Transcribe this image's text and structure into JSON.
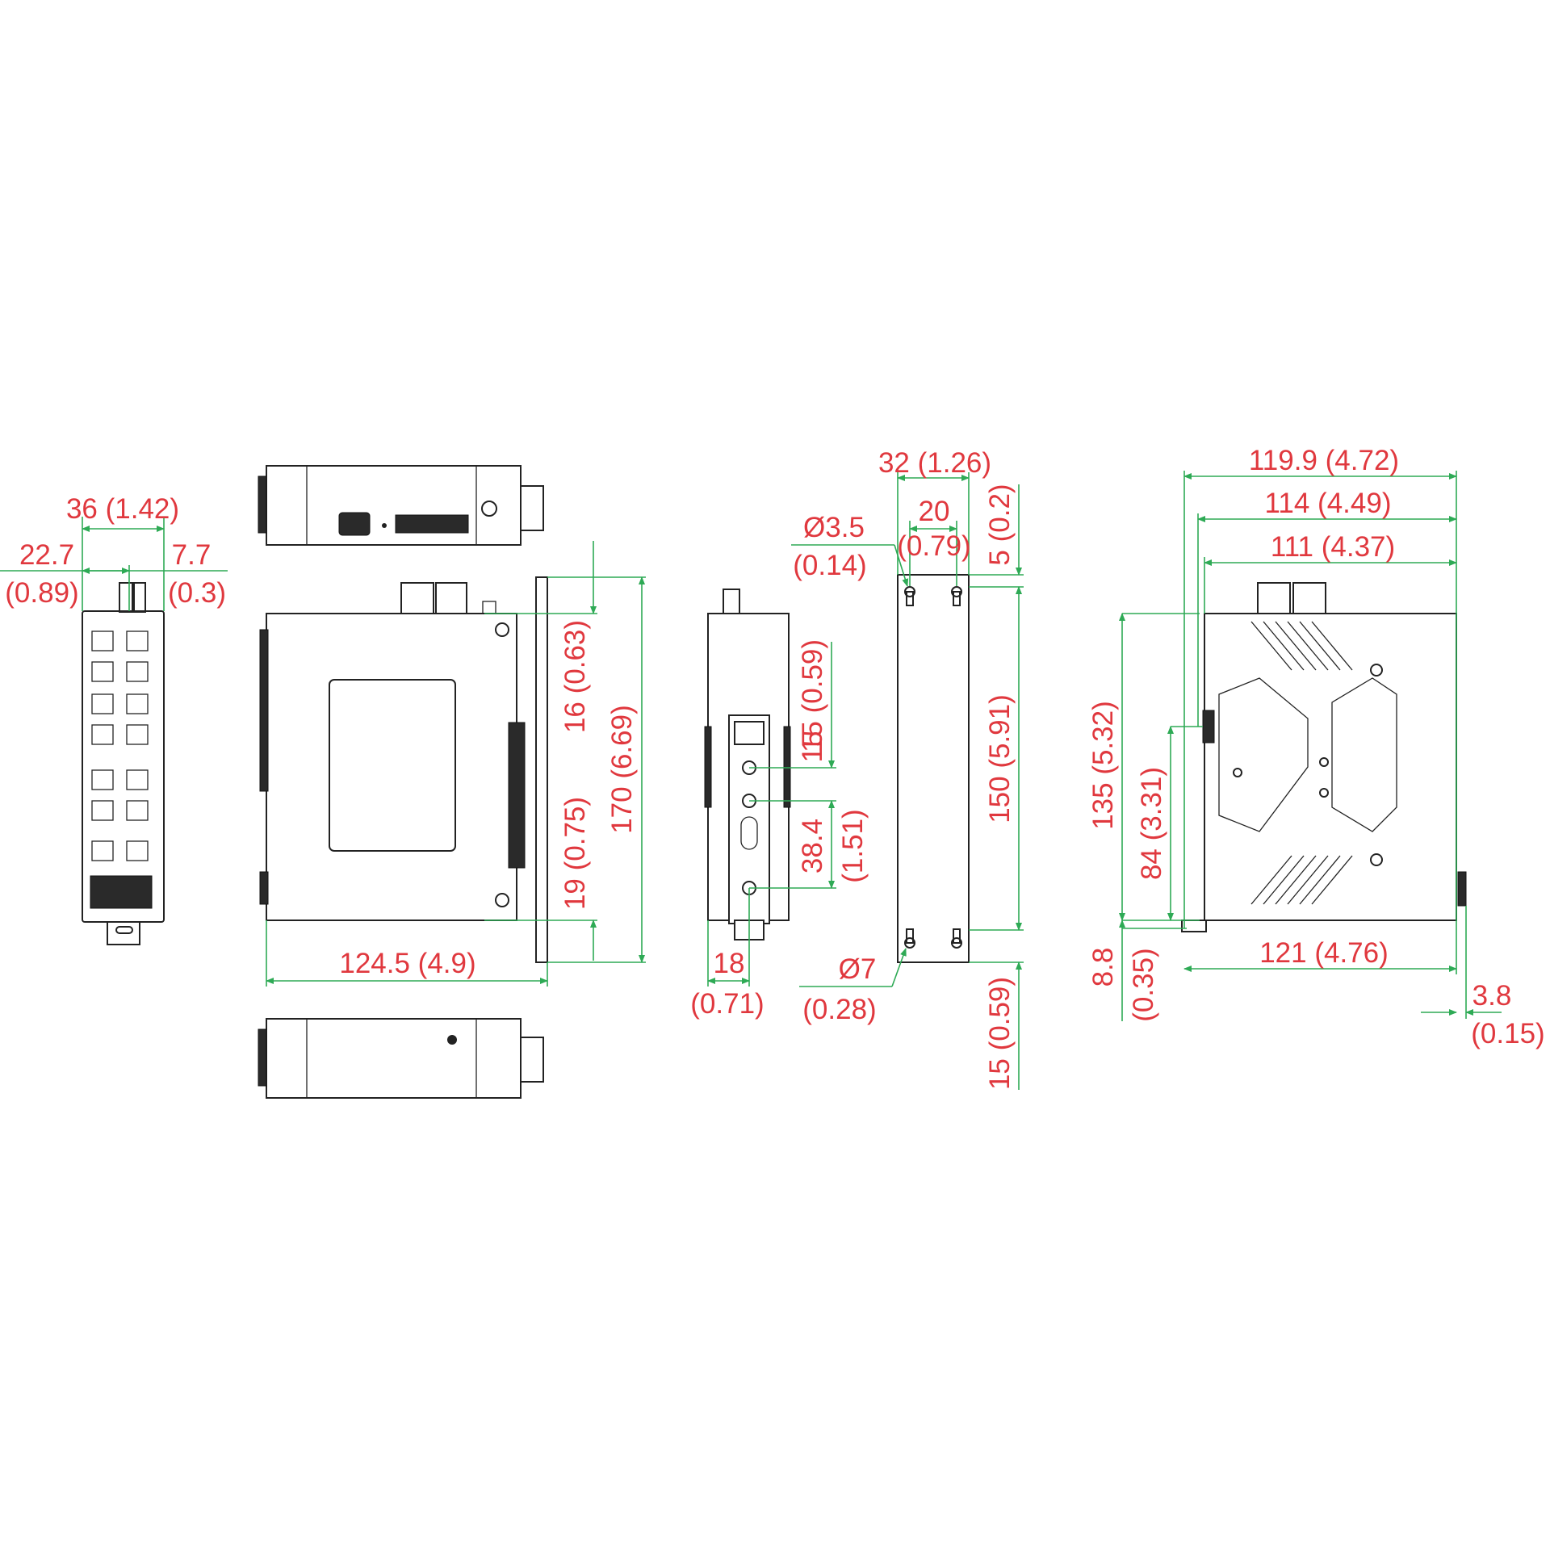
{
  "colors": {
    "dimension_text": "#e0383e",
    "dimension_line": "#2eaa55",
    "outline": "#222222",
    "fill_dark": "#2a2a2a"
  },
  "dimensions": {
    "front_total_width": "36 (1.42)",
    "front_left_offset_mm": "22.7",
    "front_left_offset_in": "(0.89)",
    "front_right_offset_mm": "7.7",
    "front_right_offset_in": "(0.3)",
    "side_depth": "124.5 (4.9)",
    "side_top_offset": "16 (0.63)",
    "side_bottom_offset": "19 (0.75)",
    "side_height": "170 (6.69)",
    "rear_hole_spacing_top": "15 (0.59)",
    "rear_hole_spacing_mid": "15",
    "rear_hole_spacing_lower_mm": "38.4",
    "rear_hole_spacing_lower_in": "(1.51)",
    "rear_width_mm": "18",
    "rear_width_in": "(0.71)",
    "panel_width": "32 (1.26)",
    "panel_hole_spacing_mm": "20",
    "panel_hole_spacing_in": "(0.79)",
    "panel_small_hole_mm": "Ø3.5",
    "panel_small_hole_in": "(0.14)",
    "panel_large_hole_mm": "Ø7",
    "panel_large_hole_in": "(0.28)",
    "panel_top_offset": "5 (0.2)",
    "panel_hole_height": "150 (5.91)",
    "panel_bottom_offset": "15 (0.59)",
    "din_total_depth": "119.9 (4.72)",
    "din_depth_b": "114 (4.49)",
    "din_depth_c": "111 (4.37)",
    "din_height": "135 (5.32)",
    "din_rail_height": "84 (3.31)",
    "din_base_depth": "121 (4.76)",
    "din_rail_offset_mm": "8.8",
    "din_rail_offset_in": "(0.35)",
    "din_clip_mm": "3.8",
    "din_clip_in": "(0.15)"
  }
}
